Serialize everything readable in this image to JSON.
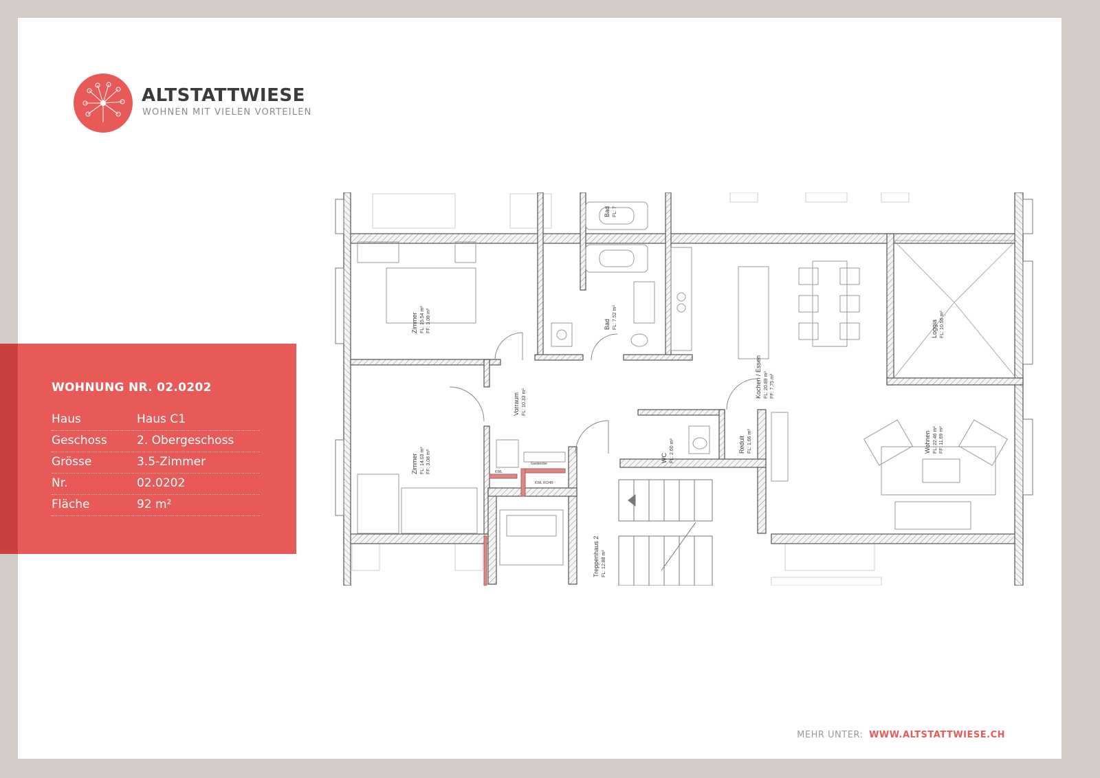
{
  "brand": {
    "name": "ALTSTATTWIESE",
    "tagline": "WOHNEN MIT VIELEN VORTEILEN",
    "color": "#e85a57"
  },
  "apartment": {
    "title": "WOHNUNG NR. 02.0202",
    "details": [
      {
        "label": "Haus",
        "value": "Haus C1"
      },
      {
        "label": "Geschoss",
        "value": "2. Obergeschoss"
      },
      {
        "label": "Grösse",
        "value": "3.5-Zimmer"
      },
      {
        "label": "Nr.",
        "value": "02.0202"
      },
      {
        "label": "Fläche",
        "value": "92 m²"
      }
    ]
  },
  "floorplan": {
    "rooms": [
      {
        "name": "Zimmer",
        "area": "FL: 15.54 m²",
        "extra": "FF: 3.08 m²"
      },
      {
        "name": "Zimmer",
        "area": "FL: 14.03 m²",
        "extra": "FF: 3.08 m²"
      },
      {
        "name": "Vorraum",
        "area": "FL: 10.33 m²",
        "extra": ""
      },
      {
        "name": "Bad",
        "area": "FL: 7.52 m²",
        "extra": ""
      },
      {
        "name": "Bad",
        "area": "FL: 7",
        "extra": ""
      },
      {
        "name": "WC",
        "area": "FL: 2.60 m²",
        "extra": ""
      },
      {
        "name": "Reduit",
        "area": "FL: 1.66 m²",
        "extra": ""
      },
      {
        "name": "Kochen / Essen",
        "area": "FL: 20.89 m²",
        "extra": "FF: 7.75 m²"
      },
      {
        "name": "Wohnen",
        "area": "FL: 22.46 m²",
        "extra": "FF: 11.69 m²"
      },
      {
        "name": "Loggia",
        "area": "FL: 10.50 m²",
        "extra": ""
      },
      {
        "name": "Treppenhaus 2",
        "area": "FL: 12.88 m²",
        "extra": ""
      }
    ],
    "small_labels": {
      "garderobe": "Garderobe",
      "kwl": "KWL",
      "kwl_rohr": "KWL ROHR"
    }
  },
  "footer": {
    "prefix": "MEHR UNTER:",
    "link": "WWW.ALTSTATTWIESE.CH"
  }
}
